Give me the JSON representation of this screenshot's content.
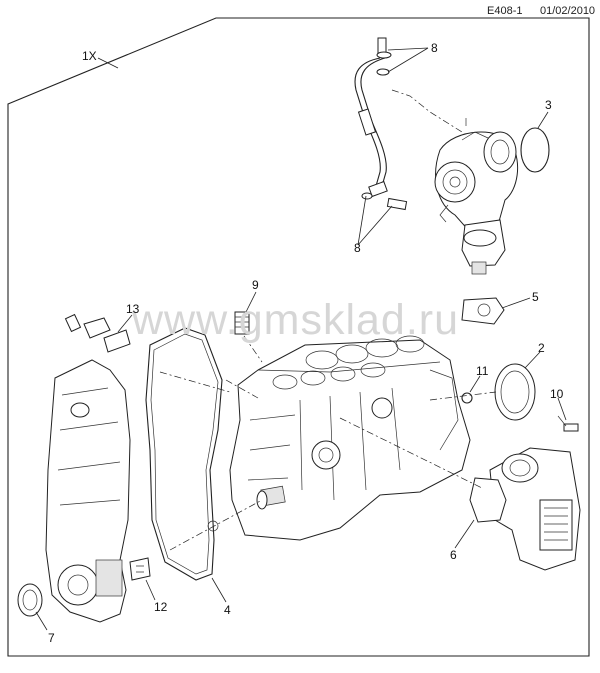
{
  "header": {
    "doc_id": "E408-1",
    "date": "01/02/2010"
  },
  "watermark": "www.gmsklad.ru",
  "assembly_label": "1X",
  "callouts": [
    {
      "key": "c2",
      "text": "2"
    },
    {
      "key": "c3",
      "text": "3"
    },
    {
      "key": "c4",
      "text": "4"
    },
    {
      "key": "c5",
      "text": "5"
    },
    {
      "key": "c6",
      "text": "6"
    },
    {
      "key": "c7",
      "text": "7"
    },
    {
      "key": "c8a",
      "text": "8"
    },
    {
      "key": "c8b",
      "text": "8"
    },
    {
      "key": "c9",
      "text": "9"
    },
    {
      "key": "c10",
      "text": "10"
    },
    {
      "key": "c11",
      "text": "11"
    },
    {
      "key": "c12",
      "text": "12"
    },
    {
      "key": "c13",
      "text": "13"
    }
  ]
}
